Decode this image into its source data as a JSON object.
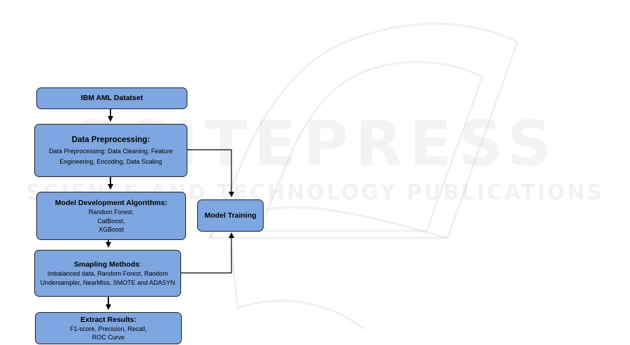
{
  "watermark": {
    "line1": "SCITEPRESS",
    "line2": "SCIENCE AND TECHNOLOGY PUBLICATIONS"
  },
  "nodes": {
    "dataset": {
      "title": "IBM AML Datatset"
    },
    "preprocessing": {
      "title": "Data Preprocessing:",
      "lines": [
        "Data Preprocessing: Data Cleaning, Feature",
        "Engineering, Encoding, Data Scaling"
      ]
    },
    "models": {
      "title": "Model Development Algorithms:",
      "lines": [
        "Random Forest,",
        "CatBoost,",
        "XGBoost"
      ]
    },
    "sampling": {
      "title": "Smapling Methods",
      "title_suffix": ":",
      "lines": [
        "Imbalanced data, Random Forest, Random",
        "Undersampler, NearMiss, SMOTE and ADASYN"
      ]
    },
    "results": {
      "title": "Extract Results:",
      "lines": [
        "F1-score, Precision, Recall,",
        "ROC Curve"
      ]
    },
    "training": {
      "title": "Model Training"
    }
  },
  "colors": {
    "box_fill": "#7ea6e0",
    "box_border": "#222222",
    "arrow": "#000000"
  }
}
